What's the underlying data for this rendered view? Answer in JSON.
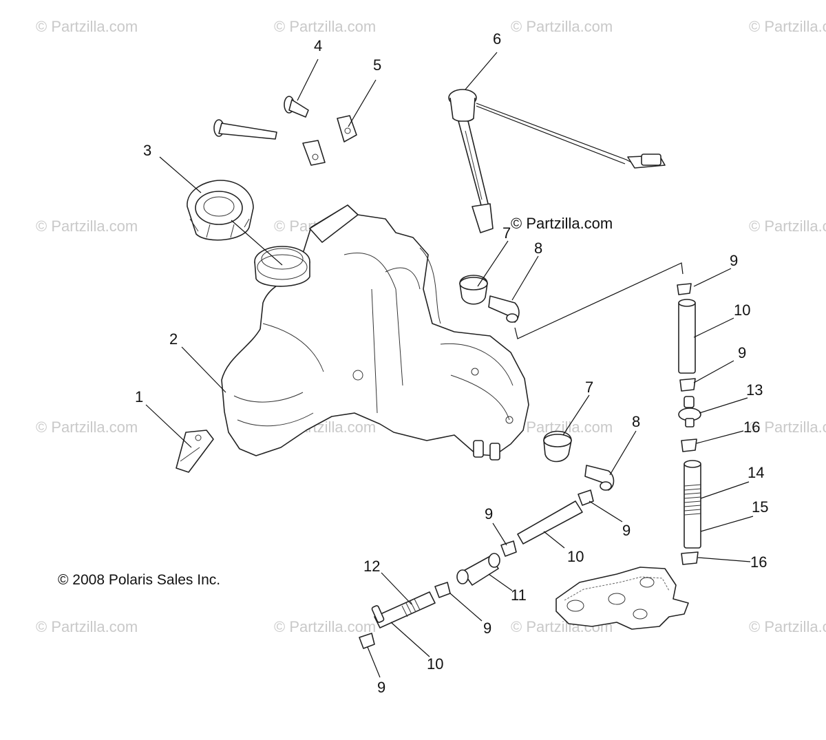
{
  "diagram": {
    "copyright": "© 2008 Polaris Sales Inc.",
    "watermark": "© Partzilla.com",
    "callouts": [
      "1",
      "2",
      "3",
      "4",
      "5",
      "6",
      "7",
      "8",
      "9",
      "10",
      "11",
      "12",
      "13",
      "14",
      "15",
      "16"
    ]
  },
  "colors": {
    "line": "#222222",
    "watermark": "#c9c9c9",
    "background": "#ffffff"
  }
}
